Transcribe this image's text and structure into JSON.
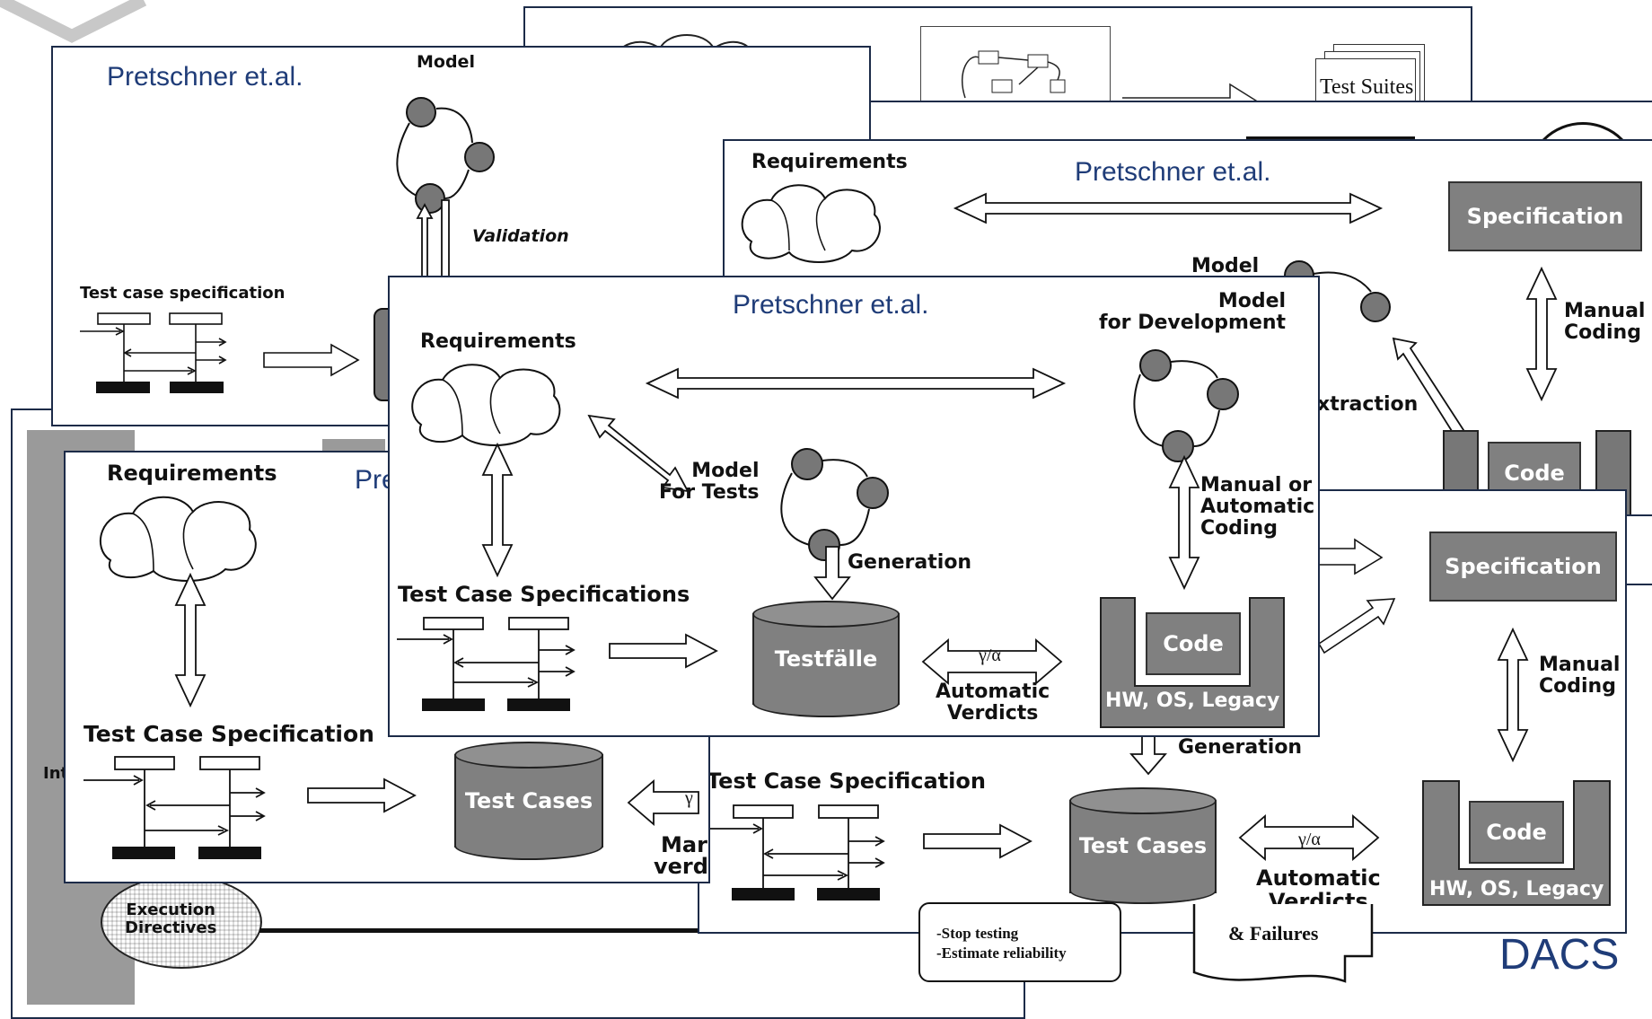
{
  "attribution": "Pretschner et.al.",
  "attribution_partial": "Pre",
  "dacs": "DACS",
  "top_left_panel": {
    "model": "Model",
    "validation": "Validation",
    "test_case_spec": "Test case specification"
  },
  "top_strip": {
    "test_suites": "Test Suites"
  },
  "right_upper_panel": {
    "requirements": "Requirements",
    "specification": "Specification",
    "model": "Model",
    "manual_coding": "Manual\nCoding",
    "extraction": "xtraction",
    "code": "Code"
  },
  "center_panel": {
    "requirements": "Requirements",
    "model_for_dev": "Model\nfor Development",
    "model_for_tests": "Model\nFor Tests",
    "manual_or_automatic": "Manual or\nAutomatic\nCoding",
    "generation": "Generation",
    "test_case_specs": "Test Case Specifications",
    "testfaelle": "Testfälle",
    "gamma_alpha": "γ/α",
    "automatic_verdicts": "Automatic\nVerdicts",
    "code": "Code",
    "hw_os_legacy": "HW, OS, Legacy"
  },
  "left_lower_panel": {
    "requirements": "Requirements",
    "test_case_spec": "Test Case Specification",
    "test_cases": "Test Cases",
    "gamma": "γ",
    "man": "Mar",
    "verd": "verd",
    "int": "Int",
    "execution_directives": "Execution\nDirectives"
  },
  "right_lower_panel": {
    "specification": "Specification",
    "manual_coding": "Manual\nCoding",
    "generation": "Generation",
    "test_case_spec": "Test Case Specification",
    "test_cases": "Test Cases",
    "gamma_alpha": "γ/α",
    "automatic_verdicts": "Automatic\nVerdicts",
    "code": "Code",
    "hw_os_legacy": "HW, OS, Legacy"
  },
  "bottom_fragments": {
    "stop_testing": "-Stop testing",
    "estimate_reliability": "-Estimate reliability",
    "failures": "& Failures"
  }
}
